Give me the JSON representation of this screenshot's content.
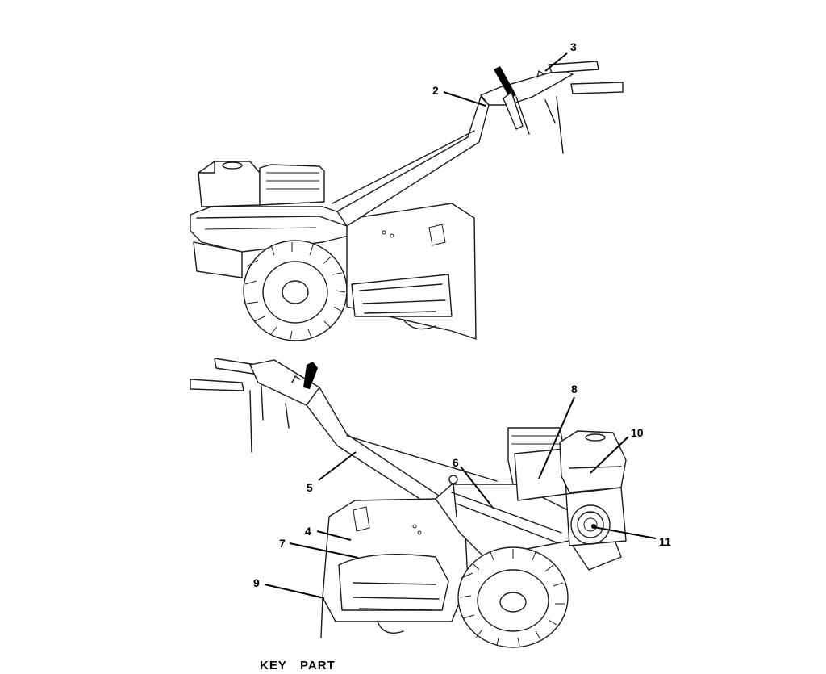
{
  "diagram": {
    "callouts": [
      {
        "id": "2",
        "label": "2"
      },
      {
        "id": "3",
        "label": "3"
      },
      {
        "id": "4",
        "label": "4"
      },
      {
        "id": "5",
        "label": "5"
      },
      {
        "id": "6",
        "label": "6"
      },
      {
        "id": "7",
        "label": "7"
      },
      {
        "id": "8",
        "label": "8"
      },
      {
        "id": "9",
        "label": "9"
      },
      {
        "id": "10",
        "label": "10"
      },
      {
        "id": "11",
        "label": "11"
      }
    ],
    "key_table": {
      "key_header": "KEY",
      "part_header": "PART"
    }
  }
}
